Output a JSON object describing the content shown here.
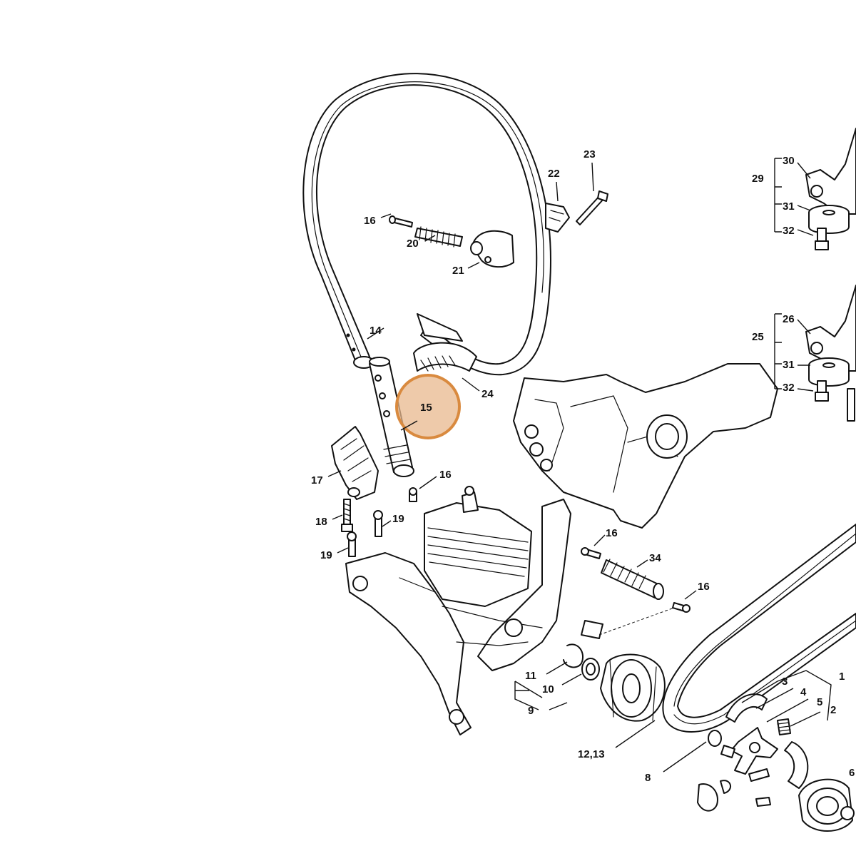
{
  "highlight": {
    "label": "15",
    "fill": "#e8b88e",
    "stroke": "#d98a3f"
  },
  "callouts": {
    "p1": "1",
    "p2": "2",
    "p3": "3",
    "p4": "4",
    "p5": "5",
    "p6": "6",
    "p8": "8",
    "p9": "9",
    "p10": "10",
    "p11": "11",
    "p12_13": "12,13",
    "p14": "14",
    "p15": "15",
    "p16a": "16",
    "p16b": "16",
    "p16c": "16",
    "p16d": "16",
    "p17": "17",
    "p18": "18",
    "p19a": "19",
    "p19b": "19",
    "p20": "20",
    "p21": "21",
    "p22": "22",
    "p23": "23",
    "p24": "24",
    "p25": "25",
    "p26": "26",
    "p29": "29",
    "p30": "30",
    "p31a": "31",
    "p31b": "31",
    "p32a": "32",
    "p32b": "32",
    "p34": "34"
  }
}
